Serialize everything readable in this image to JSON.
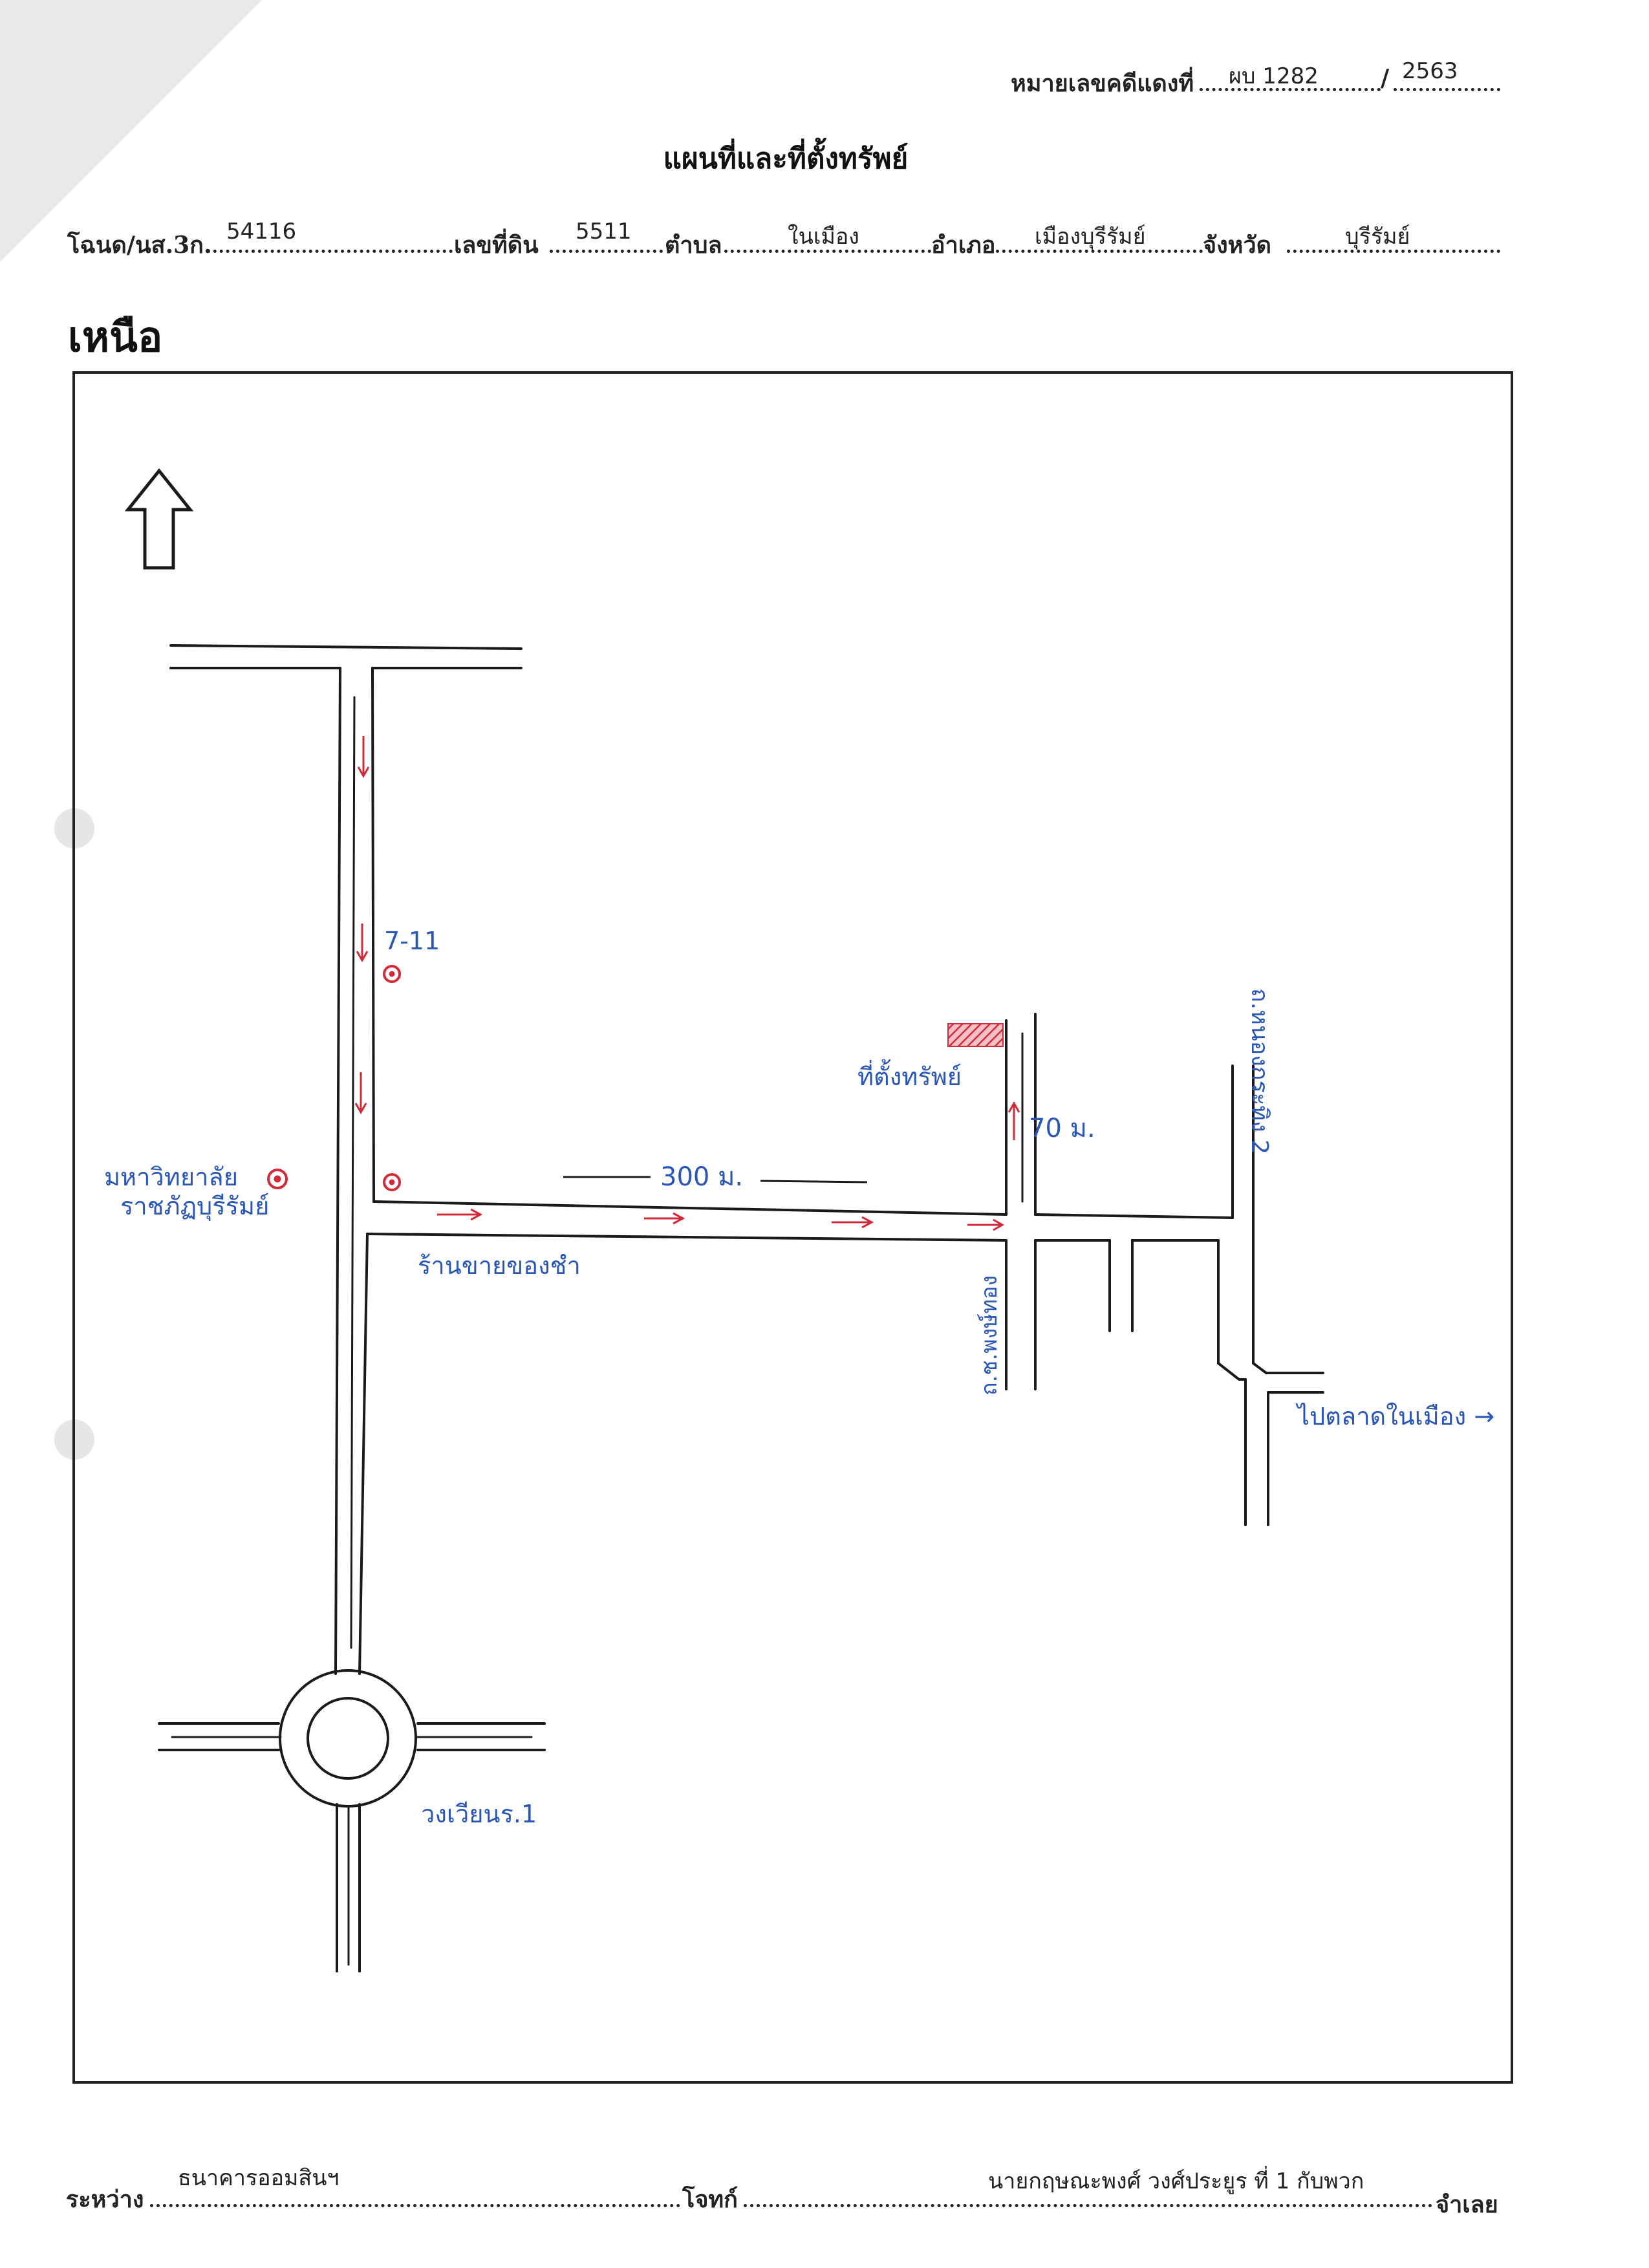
{
  "header": {
    "case_no_label": "หมายเลขคดีแดงที่",
    "case_no_value": "ผบ 1282",
    "case_sep": "/",
    "case_year": "2563",
    "title": "แผนที่และที่ตั้งทรัพย์"
  },
  "deed": {
    "deed_label": "โฉนด/นส.3ก.",
    "deed_value": "54116",
    "land_no_label": "เลขที่ดิน",
    "land_no_value": "5511",
    "subdistrict_label": "ตำบล",
    "subdistrict_value": "ในเมือง",
    "district_label": "อำเภอ",
    "district_value": "เมืองบุรีรัมย์",
    "province_label": "จังหวัด",
    "province_value": "บุรีรัมย์"
  },
  "north_label": "เหนือ",
  "map": {
    "labels": {
      "seven_eleven": "7-11",
      "university_line1": "มหาวิทยาลัย",
      "university_line2": "ราชภัฏบุรีรัมย์",
      "shop": "ร้านขายของชำ",
      "distance_300": "300 ม.",
      "distance_70": "70 ม.",
      "property": "ที่ตั้งทรัพย์",
      "road_right": "ถ.หนองกระทิง 2",
      "road_mid": "ถ.ช.พงษ์ทอง",
      "to_market": "ไปตลาดในเมือง →",
      "roundabout": "วงเวียนร.1"
    },
    "colors": {
      "ink": "#1a1a1a",
      "pen_blue": "#2a56b5",
      "pen_red": "#d12b3a"
    }
  },
  "footer": {
    "between_label": "ระหว่าง",
    "plaintiff_value": "ธนาคารออมสินฯ",
    "plaintiff_label": "โจทก์",
    "defendant_value": "นายกฤษณะพงศ์ วงศ์ประยูร   ที่ 1 กับพวก",
    "defendant_label": "จำเลย"
  }
}
